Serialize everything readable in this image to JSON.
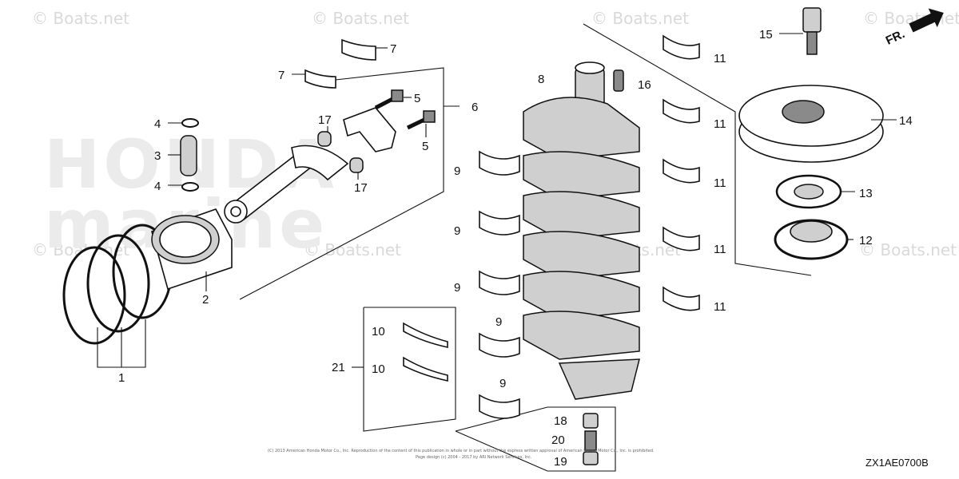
{
  "watermark": {
    "text": "© Boats.net",
    "brand_line1": "HONDA",
    "brand_line2": "marine"
  },
  "copyright_notice": {
    "line1": "(C) 2013 American Honda Motor Co., Inc. Reproduction of the content of this publication in whole or in part without the express written approval of American Honda Motor Co., Inc. is prohibited.",
    "line2": "Page design (c) 2004 - 2017 by ARI Network Services, Inc."
  },
  "diagram_code": "ZX1AE0700B",
  "front_indicator": "FR.",
  "callouts": [
    {
      "id": "c1",
      "label": "1"
    },
    {
      "id": "c2",
      "label": "2"
    },
    {
      "id": "c3",
      "label": "3"
    },
    {
      "id": "c4a",
      "label": "4"
    },
    {
      "id": "c4b",
      "label": "4"
    },
    {
      "id": "c5a",
      "label": "5"
    },
    {
      "id": "c5b",
      "label": "5"
    },
    {
      "id": "c6",
      "label": "6"
    },
    {
      "id": "c7a",
      "label": "7"
    },
    {
      "id": "c7b",
      "label": "7"
    },
    {
      "id": "c8",
      "label": "8"
    },
    {
      "id": "c9a",
      "label": "9"
    },
    {
      "id": "c9b",
      "label": "9"
    },
    {
      "id": "c9c",
      "label": "9"
    },
    {
      "id": "c9d",
      "label": "9"
    },
    {
      "id": "c9e",
      "label": "9"
    },
    {
      "id": "c10a",
      "label": "10"
    },
    {
      "id": "c10b",
      "label": "10"
    },
    {
      "id": "c11a",
      "label": "11"
    },
    {
      "id": "c11b",
      "label": "11"
    },
    {
      "id": "c11c",
      "label": "11"
    },
    {
      "id": "c11d",
      "label": "11"
    },
    {
      "id": "c11e",
      "label": "11"
    },
    {
      "id": "c12",
      "label": "12"
    },
    {
      "id": "c13",
      "label": "13"
    },
    {
      "id": "c14",
      "label": "14"
    },
    {
      "id": "c15",
      "label": "15"
    },
    {
      "id": "c16",
      "label": "16"
    },
    {
      "id": "c17a",
      "label": "17"
    },
    {
      "id": "c17b",
      "label": "17"
    },
    {
      "id": "c18",
      "label": "18"
    },
    {
      "id": "c19",
      "label": "19"
    },
    {
      "id": "c20",
      "label": "20"
    },
    {
      "id": "c21",
      "label": "21"
    }
  ]
}
